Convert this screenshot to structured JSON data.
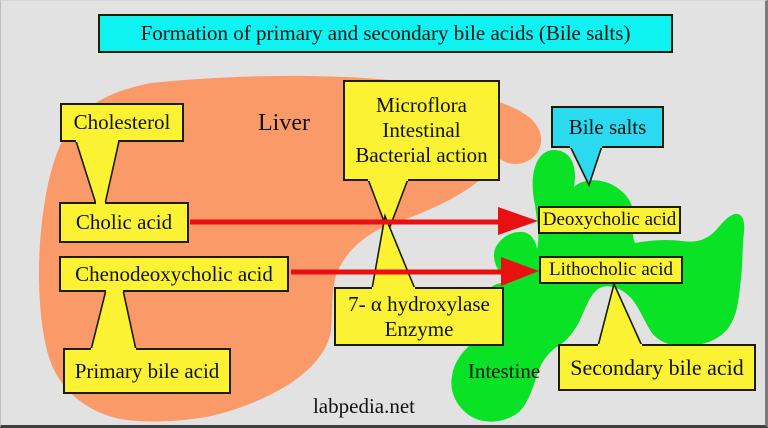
{
  "title": "Formation of primary and secondary bile acids (Bile salts)",
  "regions": {
    "liver": "Liver",
    "intestine": "Intestine"
  },
  "boxes": {
    "cholesterol": "Cholesterol",
    "cholic_acid": "Cholic acid",
    "chenodeoxycholic_acid": "Chenodeoxycholic acid",
    "primary_bile_acid": "Primary bile acid",
    "microflora": [
      "Microflora",
      "Intestinal",
      "Bacterial action"
    ],
    "enzyme": [
      "7- α hydroxylase",
      "Enzyme"
    ],
    "bile_salts": "Bile salts",
    "deoxycholic_acid": "Deoxycholic acid",
    "lithocholic_acid": "Lithocholic acid",
    "secondary_bile_acid": "Secondary bile acid"
  },
  "watermark": "labpedia.net",
  "colors": {
    "background": "#e2e2e2",
    "liver_orange": "#fb9a69",
    "intestine_green": "#0ae226",
    "callout_yellow": "#fbf233",
    "title_cyan": "#0ef2f2",
    "bile_salts_cyan": "#2bd9f0",
    "arrow_red": "#e81010",
    "outline_black": "#1c1c00"
  }
}
